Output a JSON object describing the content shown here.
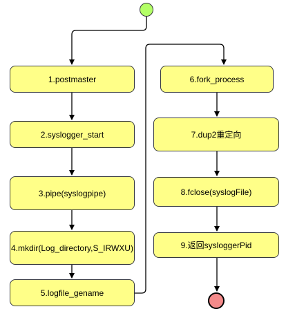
{
  "nodes": {
    "n1": "1.postmaster",
    "n2": "2.syslogger_start",
    "n3": "3.pipe(syslogpipe)",
    "n4": "4.mkdir(Log_directory,S_IRWXU)",
    "n5": "5.logfile_gename",
    "n6": "6.fork_process",
    "n7": "7.dup2重定向",
    "n8": "8.fclose(syslogFile)",
    "n9": "9.返回sysloggerPid"
  },
  "colors": {
    "node_fill": "#ffff88",
    "node_border": "#36393d",
    "start_fill": "#b3ff66",
    "end_fill": "#f48a8a",
    "line": "#000000"
  }
}
